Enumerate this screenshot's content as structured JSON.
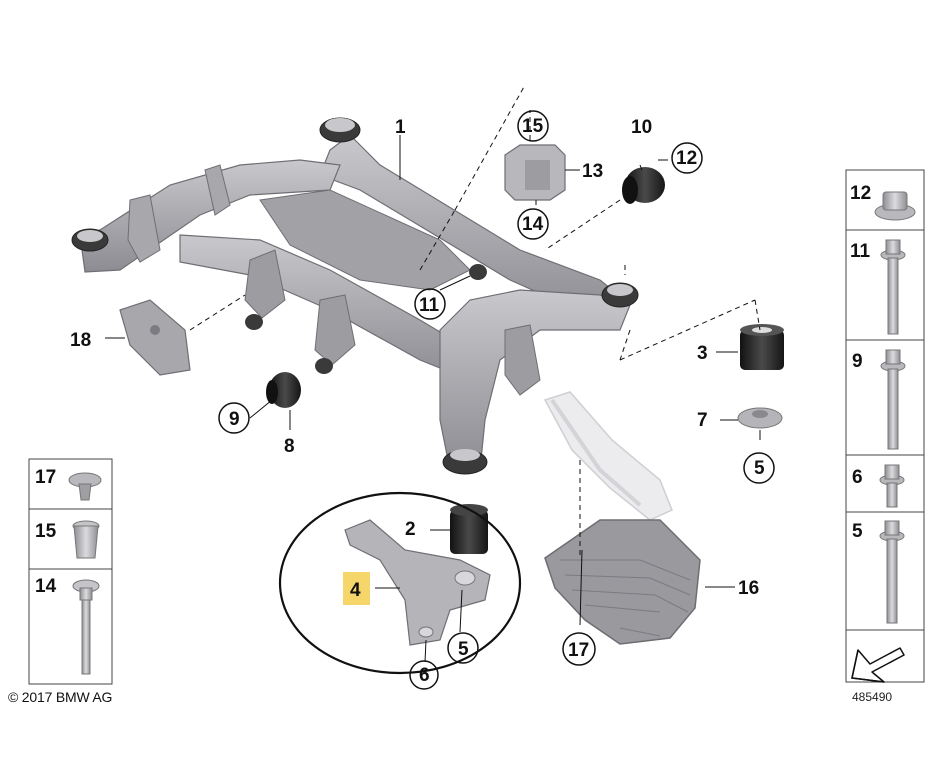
{
  "copyright": "© 2017 BMW AG",
  "reference_id": "485490",
  "highlighted_part": "4",
  "callouts": {
    "p1": "1",
    "p2": "2",
    "p3": "3",
    "p4": "4",
    "p5a": "5",
    "p5b": "5",
    "p6": "6",
    "p7": "7",
    "p8": "8",
    "p9": "9",
    "p10": "10",
    "p11": "11",
    "p12": "12",
    "p13": "13",
    "p14": "14",
    "p15": "15",
    "p16": "16",
    "p17": "17",
    "p18": "18"
  },
  "left_legend": {
    "items": [
      {
        "label": "17",
        "part": "plastic rivet"
      },
      {
        "label": "15",
        "part": "expanding nut"
      },
      {
        "label": "14",
        "part": "bolt"
      }
    ]
  },
  "right_legend": {
    "items": [
      {
        "label": "12",
        "part": "collar nut"
      },
      {
        "label": "11",
        "part": "hex bolt"
      },
      {
        "label": "9",
        "part": "hex bolt"
      },
      {
        "label": "6",
        "part": "hex bolt"
      },
      {
        "label": "5",
        "part": "hex bolt"
      }
    ]
  },
  "colors": {
    "frame": "#a7a6ab",
    "frame_shadow": "#7c7b81",
    "rubber": "#2a2a2a",
    "highlight": "#f6d66b",
    "ghost": "#e6e6e8"
  }
}
